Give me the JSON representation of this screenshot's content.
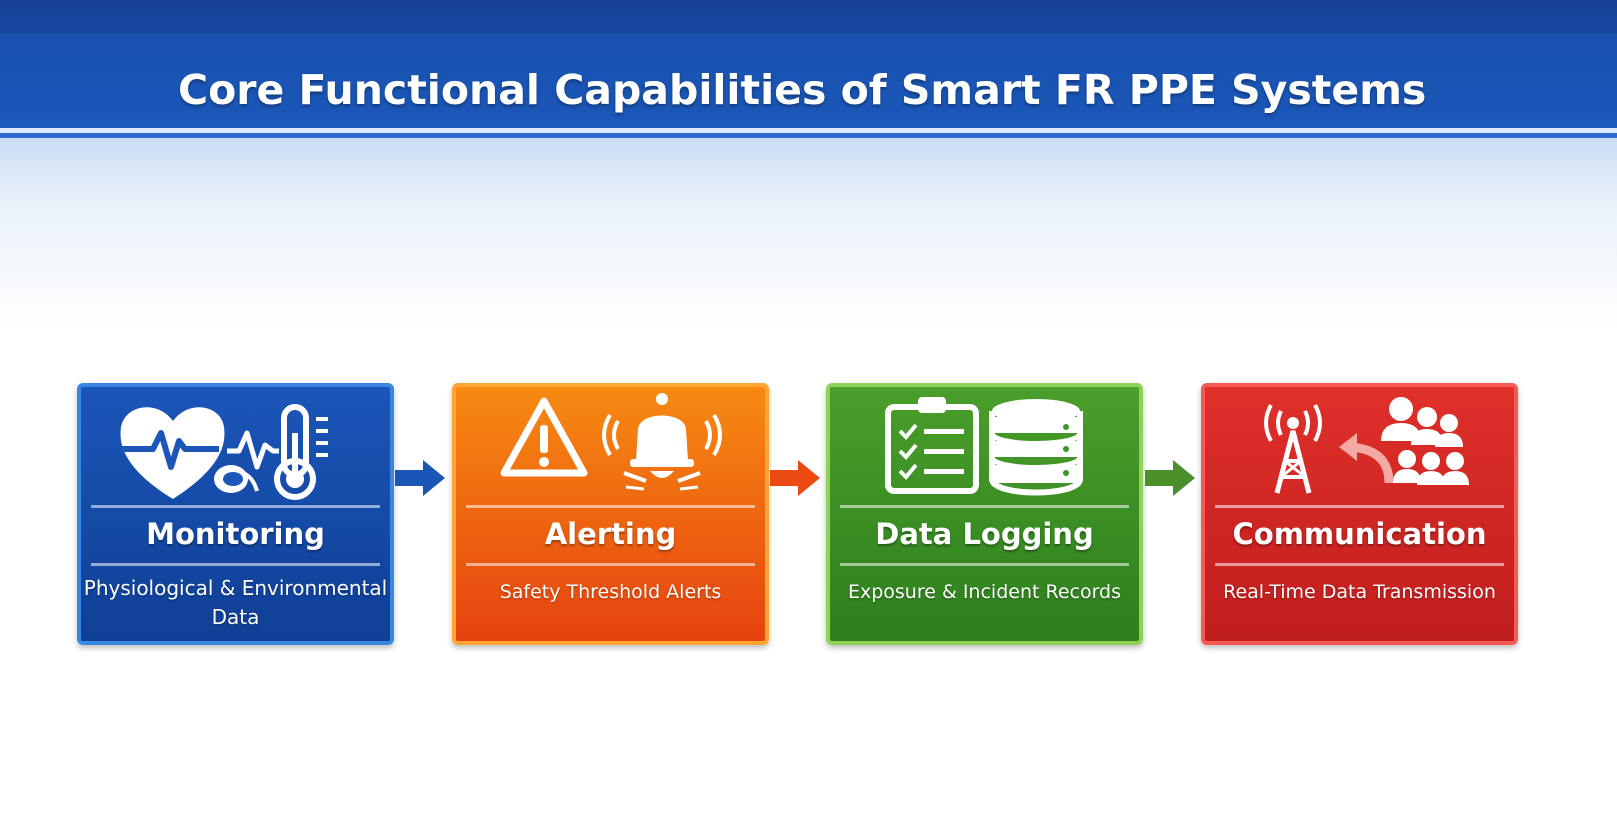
{
  "title": "Core Functional Capabilities of Smart FR PPE Systems",
  "cards": [
    {
      "label": "Monitoring",
      "description": "Physiological & Environmental Data",
      "icons": [
        "heart-pulse-icon",
        "heartbeat-line-icon",
        "thermometer-icon"
      ],
      "color": "#1b56b8"
    },
    {
      "label": "Alerting",
      "description": "Safety Threshold Alerts",
      "icons": [
        "warning-triangle-icon",
        "alarm-bell-icon"
      ],
      "color": "#f07a12"
    },
    {
      "label": "Data Logging",
      "description": "Exposure & Incident Records",
      "icons": [
        "clipboard-checklist-icon",
        "database-icon"
      ],
      "color": "#3f952a"
    },
    {
      "label": "Communication",
      "description": "Real-Time Data Transmission",
      "icons": [
        "radio-tower-icon",
        "curved-arrow-icon",
        "people-group-icon"
      ],
      "color": "#d4282a"
    }
  ],
  "connectors": [
    {
      "color": "#1a56b8"
    },
    {
      "color": "#ec4a12"
    },
    {
      "color": "#4a8f2a"
    }
  ]
}
